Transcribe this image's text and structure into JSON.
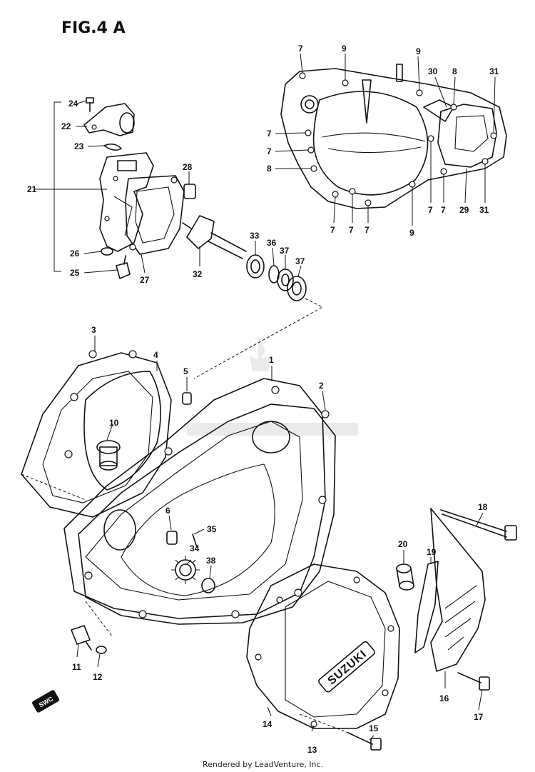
{
  "figure": {
    "title": "FIG.4 A",
    "footer": "Rendered by LeadVenture, Inc.",
    "cover_brand": "SUZUKI",
    "corner_logo": "SWC"
  },
  "callouts": [
    {
      "id": "c24",
      "text": "24"
    },
    {
      "id": "c22",
      "text": "22"
    },
    {
      "id": "c23",
      "text": "23"
    },
    {
      "id": "c21",
      "text": "21"
    },
    {
      "id": "c26",
      "text": "26"
    },
    {
      "id": "c25",
      "text": "25"
    },
    {
      "id": "c27",
      "text": "27"
    },
    {
      "id": "c28",
      "text": "28"
    },
    {
      "id": "c32",
      "text": "32"
    },
    {
      "id": "c33",
      "text": "33"
    },
    {
      "id": "c36",
      "text": "36"
    },
    {
      "id": "c37a",
      "text": "37"
    },
    {
      "id": "c37b",
      "text": "37"
    },
    {
      "id": "t7a",
      "text": "7"
    },
    {
      "id": "t9a",
      "text": "9"
    },
    {
      "id": "t9b",
      "text": "9"
    },
    {
      "id": "t30",
      "text": "30"
    },
    {
      "id": "t8a",
      "text": "8"
    },
    {
      "id": "t31a",
      "text": "31"
    },
    {
      "id": "t7b",
      "text": "7"
    },
    {
      "id": "t7c",
      "text": "7"
    },
    {
      "id": "t8b",
      "text": "8"
    },
    {
      "id": "t7d",
      "text": "7"
    },
    {
      "id": "t7e",
      "text": "7"
    },
    {
      "id": "t7f",
      "text": "7"
    },
    {
      "id": "t9c",
      "text": "9"
    },
    {
      "id": "t7g",
      "text": "7"
    },
    {
      "id": "t7h",
      "text": "7"
    },
    {
      "id": "t29",
      "text": "29"
    },
    {
      "id": "t31b",
      "text": "31"
    },
    {
      "id": "c3",
      "text": "3"
    },
    {
      "id": "c4",
      "text": "4"
    },
    {
      "id": "c5",
      "text": "5"
    },
    {
      "id": "c1",
      "text": "1"
    },
    {
      "id": "c2",
      "text": "2"
    },
    {
      "id": "c10",
      "text": "10"
    },
    {
      "id": "c6",
      "text": "6"
    },
    {
      "id": "c35",
      "text": "35"
    },
    {
      "id": "c34",
      "text": "34"
    },
    {
      "id": "c38",
      "text": "38"
    },
    {
      "id": "c18",
      "text": "18"
    },
    {
      "id": "c20",
      "text": "20"
    },
    {
      "id": "c19",
      "text": "19"
    },
    {
      "id": "c11",
      "text": "11"
    },
    {
      "id": "c12",
      "text": "12"
    },
    {
      "id": "c16",
      "text": "16"
    },
    {
      "id": "c17",
      "text": "17"
    },
    {
      "id": "c14",
      "text": "14"
    },
    {
      "id": "c15",
      "text": "15"
    },
    {
      "id": "c13",
      "text": "13"
    }
  ]
}
